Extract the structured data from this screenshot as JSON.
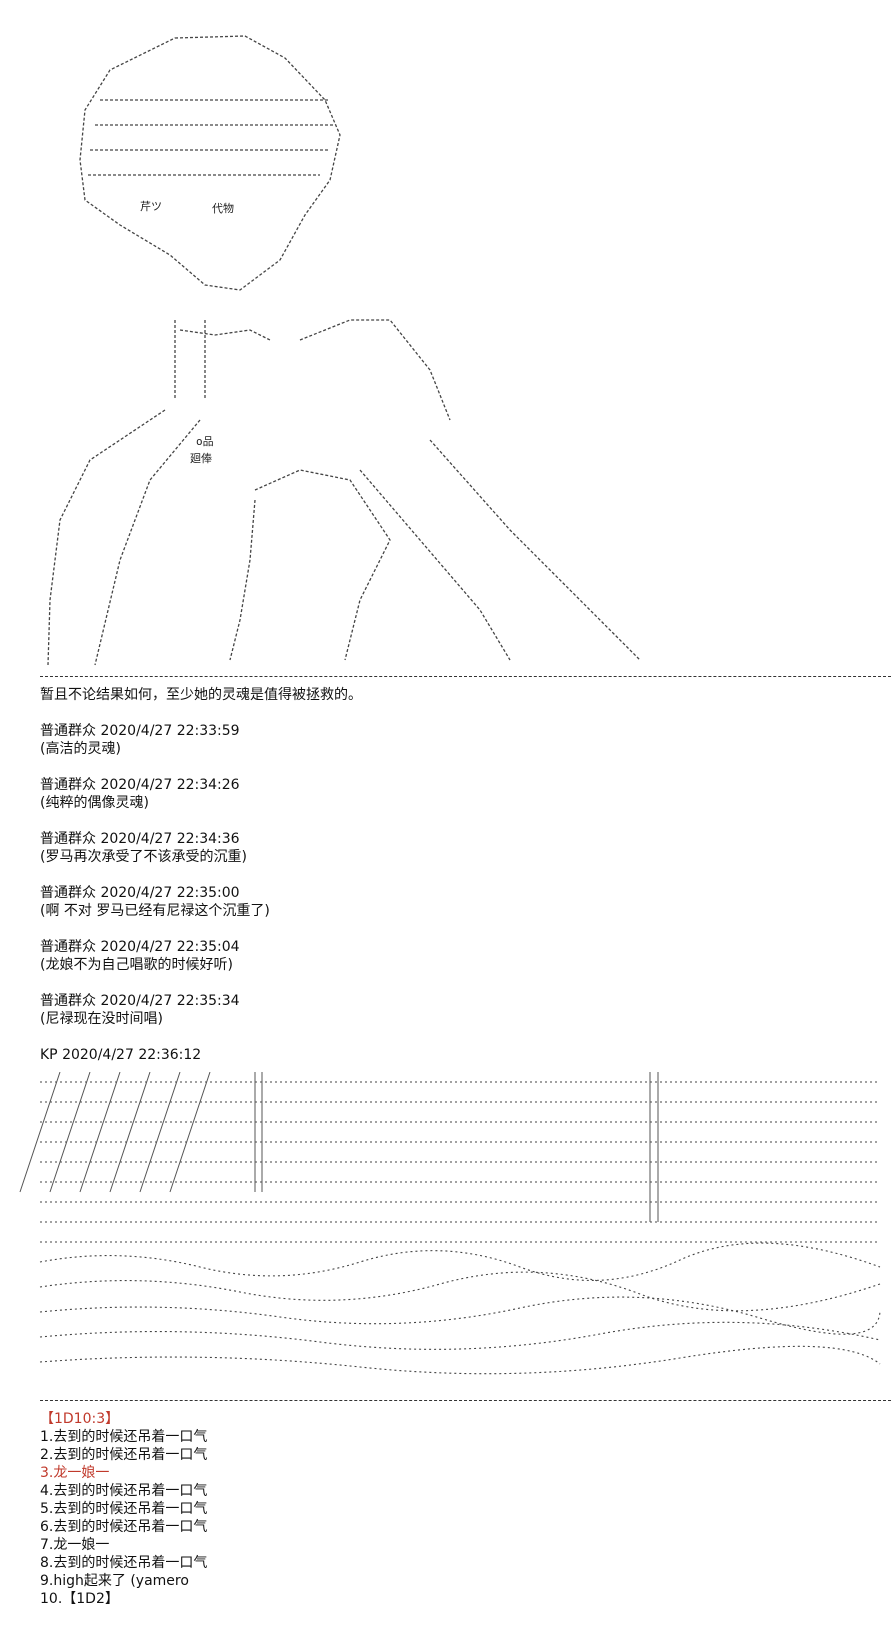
{
  "art_labels": {
    "portrait_tag_1": "代物",
    "portrait_tag_2": "芹ツ",
    "portrait_caption_1": "o品",
    "portrait_caption_2": "廻俸"
  },
  "narration": "暂且不论结果如何，至少她的灵魂是值得被拯救的。",
  "chat": [
    {
      "user": "普通群众",
      "time": "2020/4/27 22:33:59",
      "text": "(高洁的灵魂)"
    },
    {
      "user": "普通群众",
      "time": "2020/4/27 22:34:26",
      "text": "(纯粹的偶像灵魂)"
    },
    {
      "user": "普通群众",
      "time": "2020/4/27 22:34:36",
      "text": "(罗马再次承受了不该承受的沉重)"
    },
    {
      "user": "普通群众",
      "time": "2020/4/27 22:35:00",
      "text": "(啊 不对 罗马已经有尼禄这个沉重了)"
    },
    {
      "user": "普通群众",
      "time": "2020/4/27 22:35:04",
      "text": "(龙娘不为自己唱歌的时候好听)"
    },
    {
      "user": "普通群众",
      "time": "2020/4/27 22:35:34",
      "text": "(尼禄现在没时间唱)"
    }
  ],
  "kp": {
    "user": "KP",
    "time": "2020/4/27 22:36:12"
  },
  "poll": {
    "header": "【1D10:3】",
    "options": [
      "1.去到的时候还吊着一口气",
      "2.去到的时候还吊着一口气",
      "3.龙一娘一",
      "4.去到的时候还吊着一口气",
      "5.去到的时候还吊着一口气",
      "6.去到的时候还吊着一口气",
      "7.龙一娘一",
      "8.去到的时候还吊着一口气",
      "9.high起来了 (yamero",
      "10.【1D2】"
    ]
  },
  "colors": {
    "text": "#111111",
    "highlight": "#c0392b",
    "background": "#ffffff"
  }
}
